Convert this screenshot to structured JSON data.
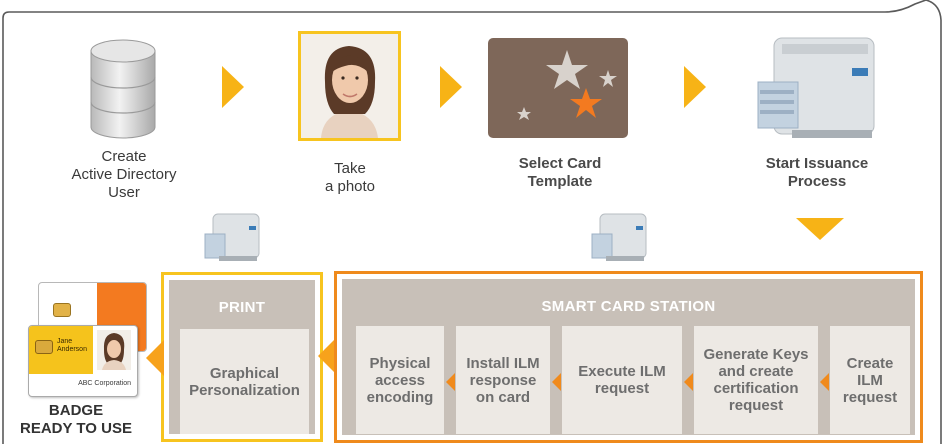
{
  "steps_top": {
    "create_user": "Create\nActive Directory\nUser",
    "take_photo": "Take\na photo",
    "select_template": "Select Card\nTemplate",
    "start_issuance": "Start Issuance\nProcess"
  },
  "print_panel": {
    "title": "PRINT",
    "step": "Graphical\nPersonalization"
  },
  "station_panel": {
    "title": "SMART CARD STATION",
    "steps": [
      "Physical\naccess\nencoding",
      "Install ILM\nresponse\non card",
      "Execute ILM\nrequest",
      "Generate Keys\nand create\ncertification\nrequest",
      "Create\nILM\nrequest"
    ]
  },
  "badge": {
    "label": "BADGE\nREADY TO USE",
    "holder_name": "Jane\nAnderson",
    "organization": "ABC Corporation"
  },
  "colors": {
    "arrow_yellow": "#f7b316",
    "print_border": "#f7c41f",
    "station_border": "#ef8a1c",
    "panel_fill": "#c8c0b8",
    "step_fill": "#ede9e4",
    "card_template": "#7e6759",
    "star_orange": "#f37a20"
  },
  "icons": [
    "database-icon",
    "portrait-photo",
    "card-template-stars",
    "card-printer-icon"
  ]
}
